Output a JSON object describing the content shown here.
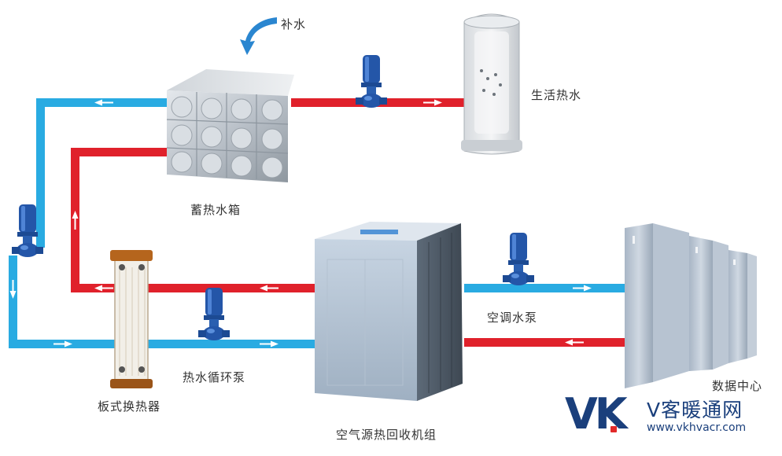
{
  "labels": {
    "makeup_water": "补水",
    "storage_tank": "蓄热水箱",
    "domestic_hot_water": "生活热水",
    "plate_heat_exchanger": "板式换热器",
    "hot_water_circulation_pump": "热水循环泵",
    "air_source_heat_recovery_unit": "空气源热回收机组",
    "ac_water_pump": "空调水泵",
    "data_center": "数据中心"
  },
  "watermark": {
    "logo": "VK",
    "site_name": "V客暖通网",
    "url": "www.vkhvacr.com"
  },
  "colors": {
    "hot_pipe": "#e0212b",
    "cold_pipe": "#29abe2",
    "pump_blue": "#2456a8",
    "watermark_blue": "#1a3f7c",
    "watermark_red": "#e22929"
  }
}
